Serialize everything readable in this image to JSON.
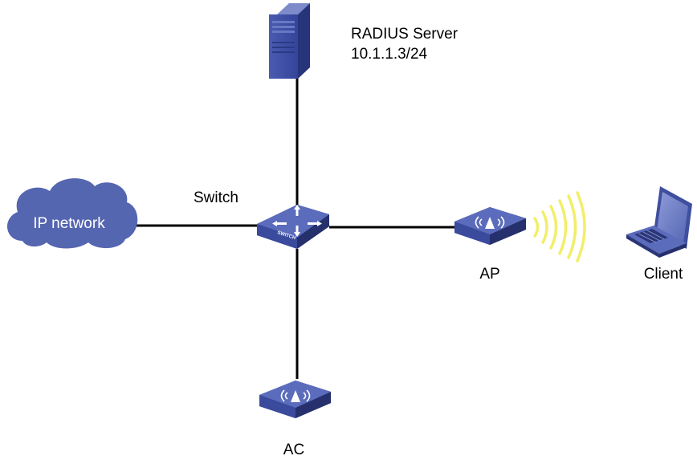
{
  "nodes": {
    "radius_server": {
      "name": "RADIUS Server",
      "ip": "10.1.1.3/24"
    },
    "ip_network": {
      "label": "IP network"
    },
    "switch": {
      "label": "Switch",
      "badge": "SWITCH"
    },
    "ap": {
      "label": "AP"
    },
    "ac": {
      "label": "AC"
    },
    "client": {
      "label": "Client"
    }
  },
  "links": [
    {
      "from": "switch",
      "to": "radius_server"
    },
    {
      "from": "switch",
      "to": "ip_network"
    },
    {
      "from": "switch",
      "to": "ap"
    },
    {
      "from": "switch",
      "to": "ac"
    }
  ],
  "colors": {
    "device_blue": "#3e4f9f",
    "device_top": "#5b6cbc",
    "device_dark": "#2a3678",
    "cloud": "#5566b0",
    "wireless": "#f2ee6a",
    "link": "#000000"
  }
}
